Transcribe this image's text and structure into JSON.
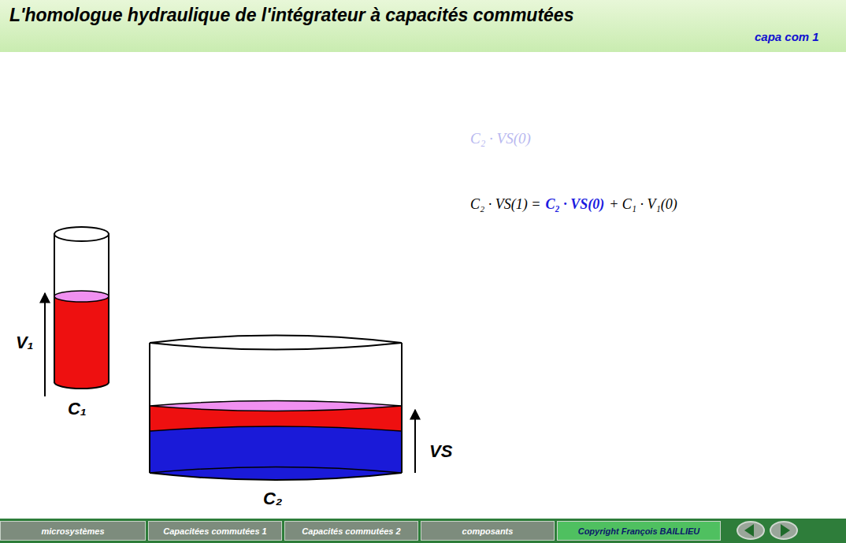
{
  "diagram": {
    "title": "L'homologue hydraulique de l'intégrateur à capacités commutées",
    "nodes": [
      {
        "text": [
          "microsystèmes"
        ]
      },
      {
        "text": [
          "Capacitées commutées 1"
        ]
      },
      {
        "text": [
          "Capacités commutées 2"
        ]
      },
      {
        "text": [
          "composants"
        ]
      },
      {
        "text": [
          "Copyright François BAILLIEU"
        ]
      }
    ],
    "labels": [
      "capa com 1",
      "C₂ · VS(0)",
      "C₂ · VS(1) =",
      "C₂ · VS(0)",
      "+ C₁ · V₁(0)",
      "V₁",
      "C₁",
      "VS",
      "C₂"
    ]
  }
}
